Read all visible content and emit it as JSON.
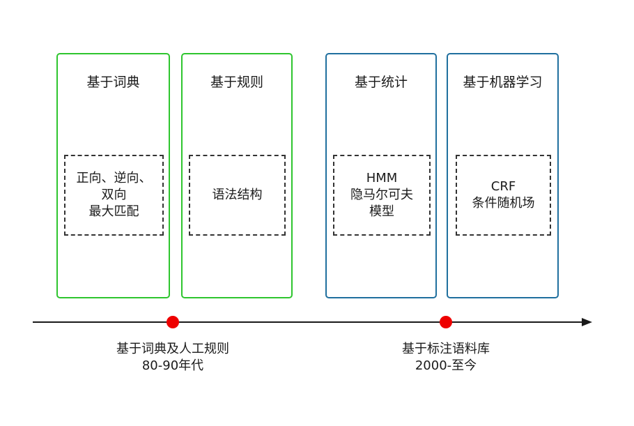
{
  "colors": {
    "rule_border": "#2ec52e",
    "stat_border": "#1f6f9e",
    "marker": "#ee0000",
    "axis": "#1a1a1a",
    "dashed_border": "#333333"
  },
  "columns": [
    {
      "title": "基于词典",
      "lines": [
        "正向、逆向、",
        "双向",
        "最大匹配"
      ]
    },
    {
      "title": "基于规则",
      "lines": [
        "语法结构"
      ]
    },
    {
      "title": "基于统计",
      "lines": [
        "HMM",
        "隐马尔可夫",
        "模型"
      ]
    },
    {
      "title": "基于机器学习",
      "lines": [
        "CRF",
        "条件随机场"
      ]
    }
  ],
  "timeline": {
    "eras": [
      {
        "lines": [
          "基于词典及人工规则",
          "80-90年代"
        ]
      },
      {
        "lines": [
          "基于标注语料库",
          "2000-至今"
        ]
      }
    ]
  }
}
